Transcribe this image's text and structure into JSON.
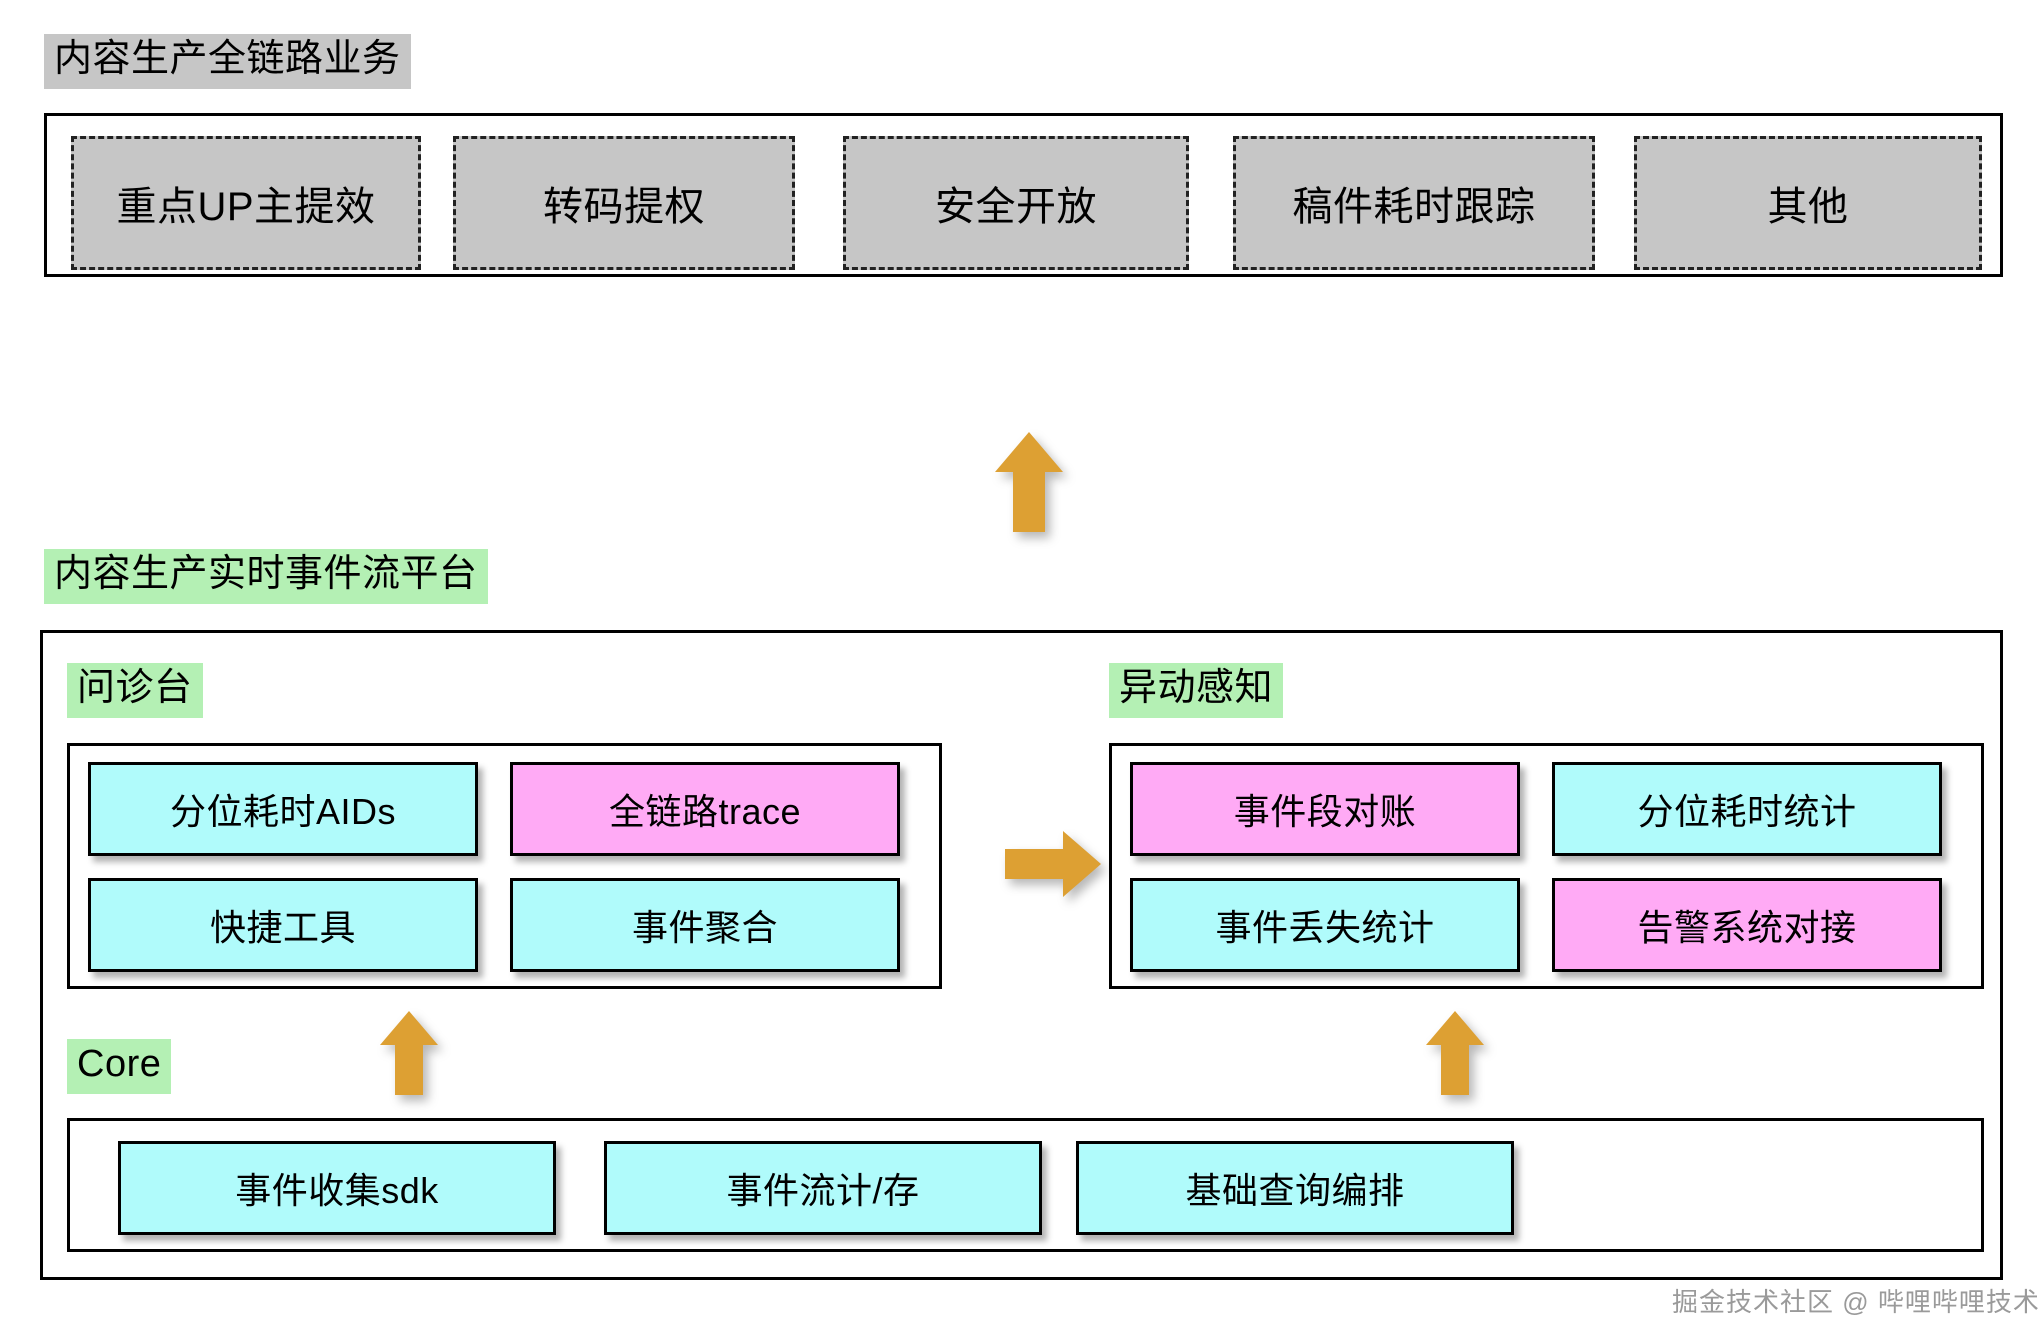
{
  "colors": {
    "chip_gray": "#c6c6c6",
    "chip_green": "#b4f0b4",
    "card_cyan": "#b0fbfb",
    "card_magenta": "#ffaaf5",
    "arrow_orange": "#dda033",
    "border_black": "#000000",
    "canvas_white": "#ffffff"
  },
  "business_section": {
    "title": "内容生产全链路业务",
    "boxes": [
      {
        "label": "重点UP主提效"
      },
      {
        "label": "转码提权"
      },
      {
        "label": "安全开放"
      },
      {
        "label": "稿件耗时跟踪"
      },
      {
        "label": "其他"
      }
    ]
  },
  "platform_section": {
    "title": "内容生产实时事件流平台",
    "groups": [
      {
        "name": "问诊台",
        "cards": [
          {
            "label": "分位耗时AIDs",
            "color": "cyan"
          },
          {
            "label": "全链路trace",
            "color": "magenta"
          },
          {
            "label": "快捷工具",
            "color": "cyan"
          },
          {
            "label": "事件聚合",
            "color": "cyan"
          }
        ]
      },
      {
        "name": "异动感知",
        "cards": [
          {
            "label": "事件段对账",
            "color": "magenta"
          },
          {
            "label": "分位耗时统计",
            "color": "cyan"
          },
          {
            "label": "事件丢失统计",
            "color": "cyan"
          },
          {
            "label": "告警系统对接",
            "color": "magenta"
          }
        ]
      }
    ],
    "core": {
      "name": "Core",
      "cards": [
        {
          "label": "事件收集sdk",
          "color": "cyan"
        },
        {
          "label": "事件流计/存",
          "color": "cyan"
        },
        {
          "label": "基础查询编排",
          "color": "cyan"
        }
      ]
    }
  },
  "arrows": [
    {
      "name": "platform-to-business-arrow",
      "direction": "up"
    },
    {
      "name": "diagnostics-to-anomaly-arrow",
      "direction": "right"
    },
    {
      "name": "core-to-diagnostics-arrow",
      "direction": "up"
    },
    {
      "name": "core-to-anomaly-arrow",
      "direction": "up"
    }
  ],
  "watermark": {
    "text": "掘金技术社区 @ 哔哩哔哩技术"
  }
}
